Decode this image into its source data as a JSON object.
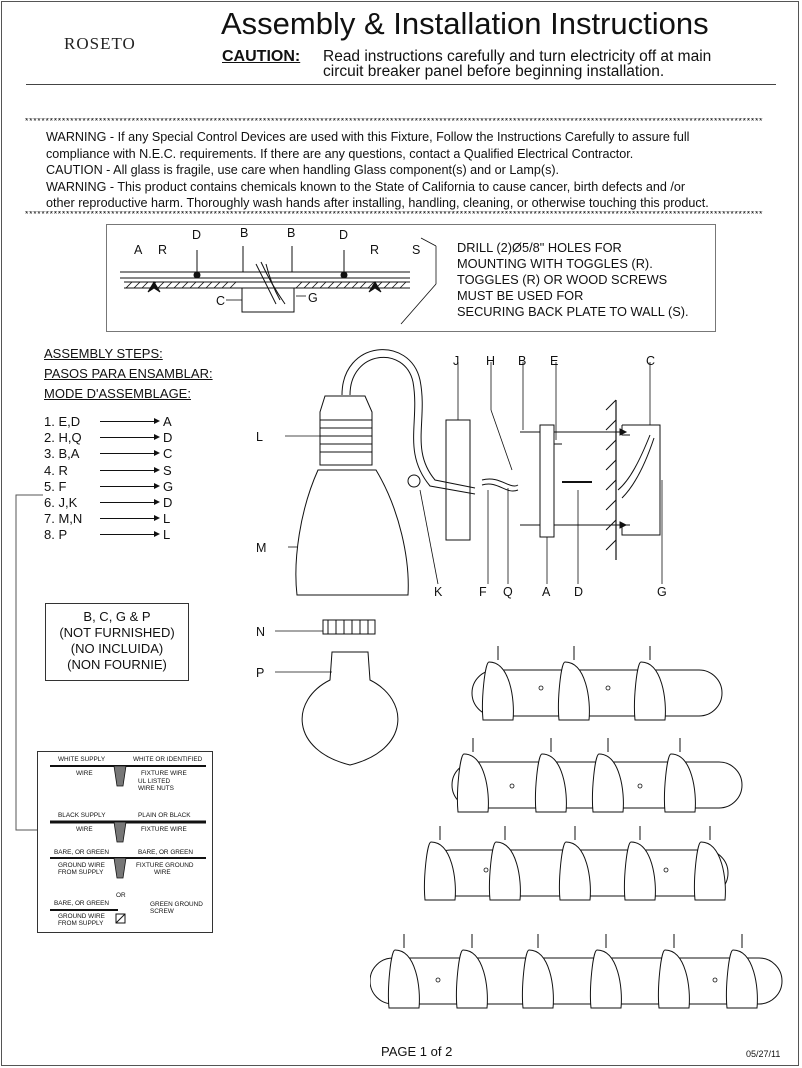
{
  "header": {
    "logo": "ROSETO",
    "title": "Assembly & Installation Instructions",
    "caution_label": "CAUTION:",
    "caution_line1": "Read instructions carefully and turn electricity off at main",
    "caution_line2": "circuit breaker panel before beginning installation."
  },
  "warnings": [
    "WARNING - If any Special Control Devices are used with this Fixture, Follow the Instructions Carefully to assure full",
    "compliance with N.E.C. requirements. If there are any questions, contact a Qualified Electrical Contractor.",
    "CAUTION - All glass is fragile, use care when handling Glass component(s) and or Lamp(s).",
    "WARNING - This product contains chemicals known to the State of California to cause cancer, birth defects and /or",
    "other reproductive harm.  Thoroughly wash hands after installing, handling, cleaning, or otherwise touching this product."
  ],
  "stars": "************************************************************************************************************************************************************************************",
  "mounting": {
    "labels_top": [
      "D",
      "B",
      "B",
      "D"
    ],
    "labels_left": [
      "A",
      "R"
    ],
    "labels_right": [
      "R",
      "S"
    ],
    "labels_bottom": [
      "C",
      "G"
    ],
    "drill_note": [
      "DRILL (2)Ø5/8\" HOLES FOR",
      "MOUNTING WITH TOGGLES (R).",
      "TOGGLES (R) OR WOOD SCREWS",
      "MUST BE USED FOR",
      "SECURING BACK PLATE TO WALL (S)."
    ]
  },
  "assembly": {
    "heading_en": "ASSEMBLY STEPS:",
    "heading_es": "PASOS PARA ENSAMBLAR:",
    "heading_fr": "MODE D'ASSEMBLAGE:",
    "steps": [
      {
        "from": "1. E,D",
        "to": "A"
      },
      {
        "from": "2. H,Q",
        "to": "D"
      },
      {
        "from": "3. B,A",
        "to": "C"
      },
      {
        "from": "4. R",
        "to": "S"
      },
      {
        "from": "5. F",
        "to": "G"
      },
      {
        "from": "6. J,K",
        "to": "D"
      },
      {
        "from": "7. M,N",
        "to": "L"
      },
      {
        "from": "8. P",
        "to": "L"
      }
    ]
  },
  "not_furnished": [
    "B, C, G & P",
    "(NOT FURNISHED)",
    "(NO INCLUIDA)",
    "(NON FOURNIE)"
  ],
  "fixture_labels": {
    "top": [
      "J",
      "H",
      "B",
      "E",
      "C"
    ],
    "bottom": [
      "K",
      "F",
      "Q",
      "A",
      "D",
      "G"
    ],
    "side": [
      "L",
      "M",
      "N",
      "P"
    ]
  },
  "wiring": {
    "white_supply": "WHITE SUPPLY",
    "white_or_identified": "WHITE OR IDENTIFIED",
    "wire": "WIRE",
    "fixture_wire": "FIXTURE WIRE",
    "ul_listed": "UL LISTED",
    "wire_nuts": "WIRE NUTS",
    "black_supply": "BLACK SUPPLY",
    "plain_or_black": "PLAIN OR BLACK",
    "bare_or_green_1": "BARE, OR GREEN",
    "bare_or_green_2": "BARE, OR GREEN",
    "ground_wire_from_supply": "GROUND WIRE",
    "from_supply": "FROM SUPPLY",
    "fixture_ground": "FIXTURE GROUND",
    "or": "OR",
    "bare_or_green_3": "BARE, OR GREEN",
    "green_ground": "GREEN GROUND",
    "screw": "SCREW",
    "ground_wire_2": "GROUND WIRE",
    "from_supply_2": "FROM SUPPLY"
  },
  "footer": {
    "page": "PAGE 1 of 2",
    "date": "05/27/11"
  }
}
